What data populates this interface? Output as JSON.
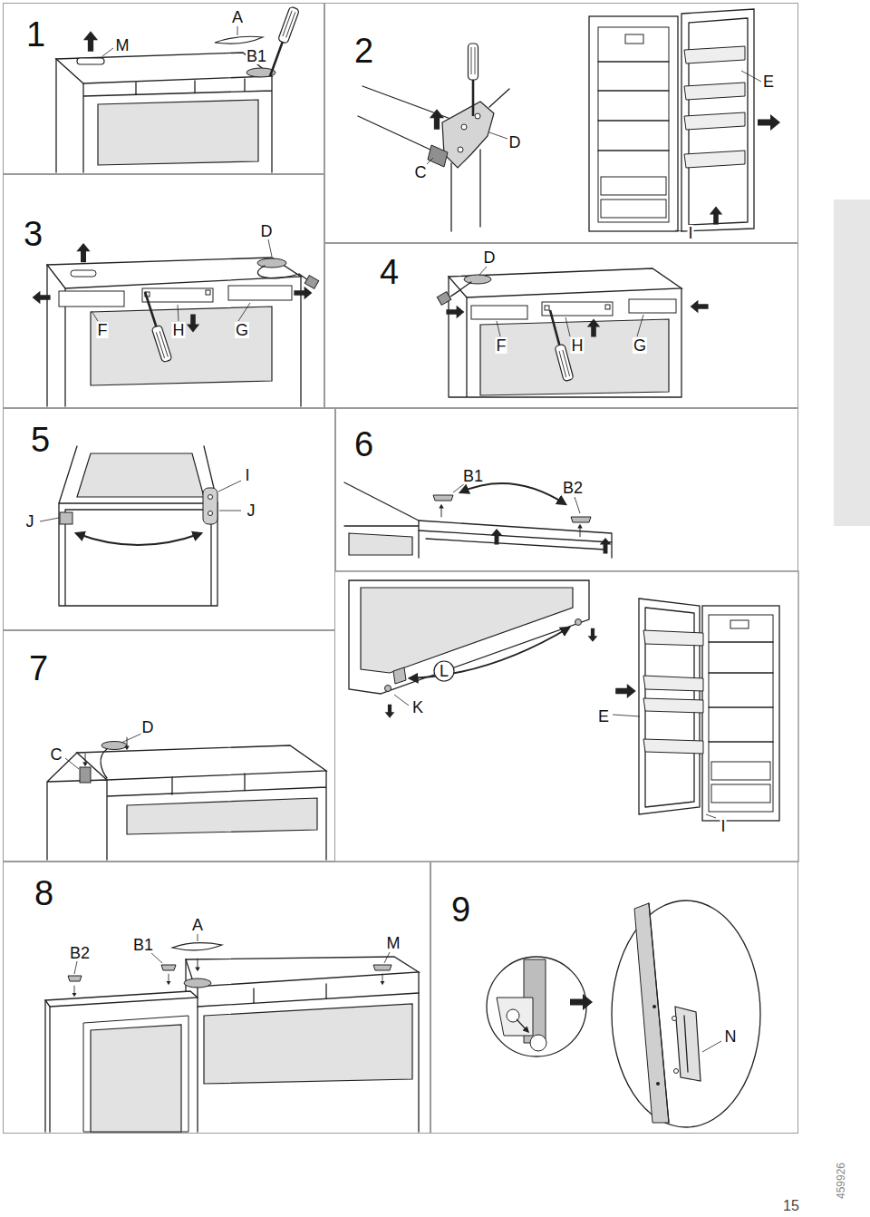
{
  "diagram": {
    "nodes": [
      {
        "text": [
          "1"
        ]
      },
      {
        "text": [
          "2"
        ]
      },
      {
        "text": [
          "3"
        ]
      },
      {
        "text": [
          "4"
        ]
      },
      {
        "text": [
          "5"
        ]
      },
      {
        "text": [
          "6"
        ]
      },
      {
        "text": [
          "7"
        ]
      },
      {
        "text": [
          "8"
        ]
      },
      {
        "text": [
          "9"
        ]
      }
    ],
    "labels": [
      "M",
      "A",
      "B1",
      "C",
      "D",
      "E",
      "I",
      "D",
      "F",
      "H",
      "G",
      "D",
      "F",
      "H",
      "G",
      "I",
      "J",
      "J",
      "B1",
      "B2",
      "L",
      "K",
      "E",
      "I",
      "D",
      "C",
      "B2",
      "B1",
      "A",
      "M",
      "N",
      "15",
      "459926"
    ]
  }
}
